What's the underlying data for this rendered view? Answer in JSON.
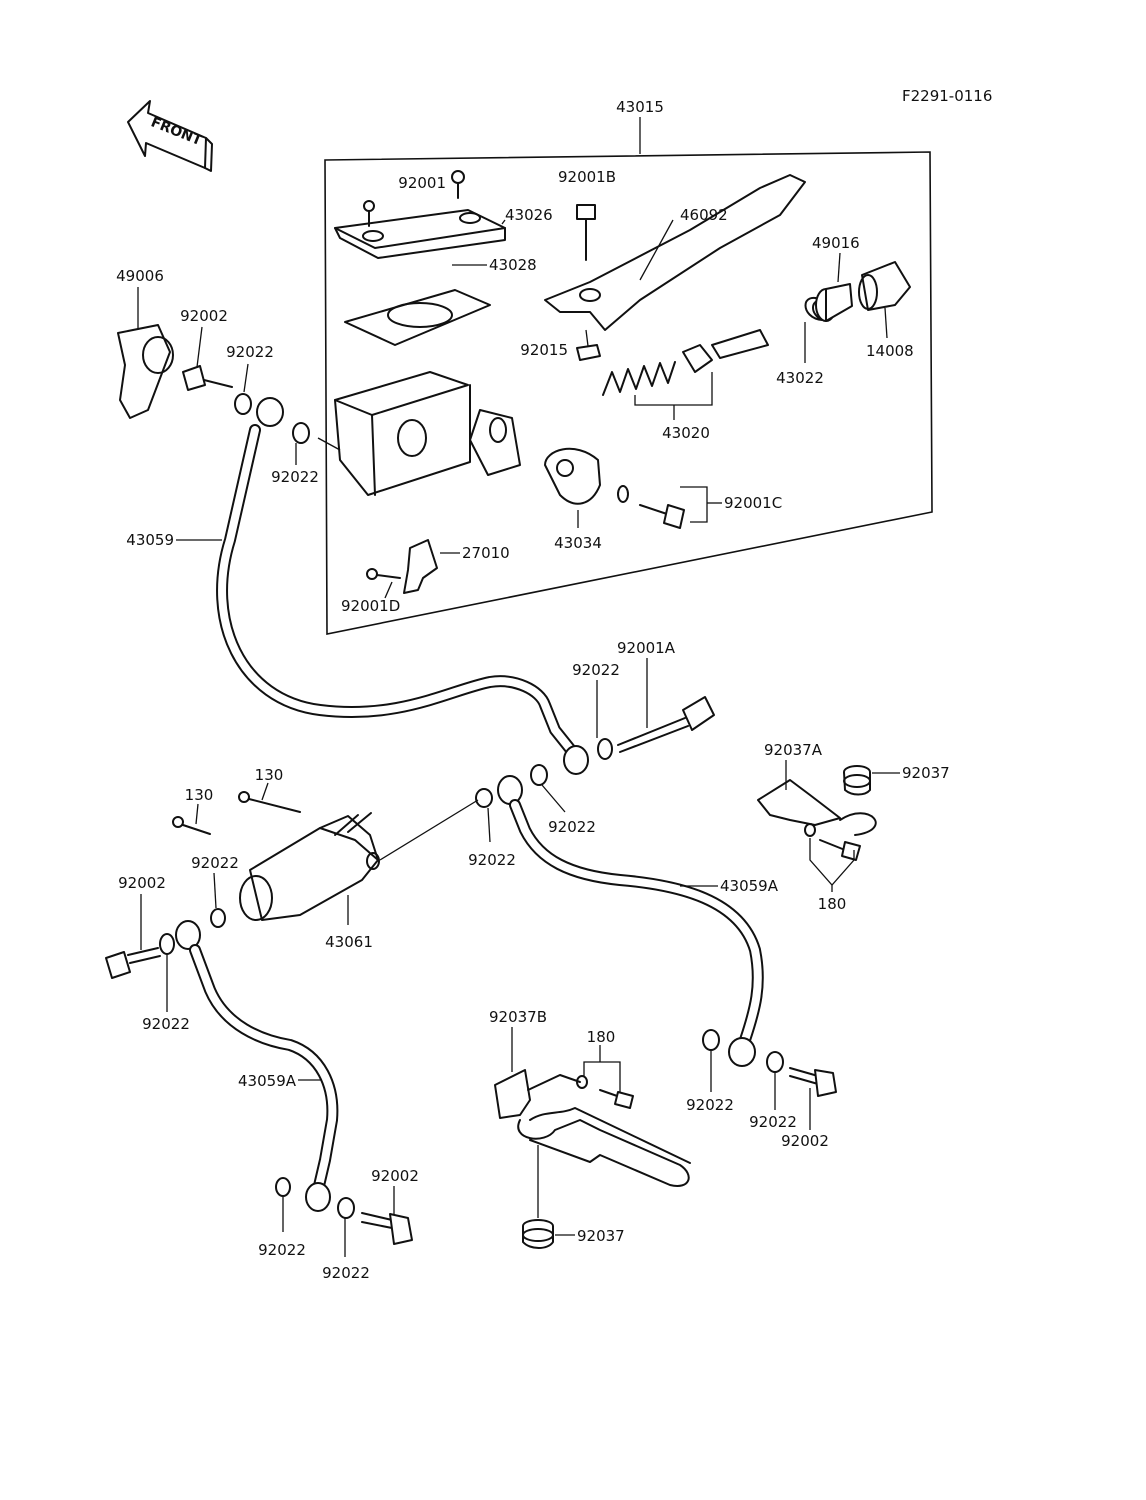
{
  "ref_code": "F2291-0116",
  "front_label": "FRONT",
  "labels": {
    "assy": "43015",
    "screw_top": "92001",
    "bolt_b": "92001B",
    "lever": "46092",
    "cap": "43026",
    "diaphragm": "43028",
    "boot": "49016",
    "dust_cover": "14008",
    "nut": "92015",
    "circlip": "43022",
    "piston_kit": "43020",
    "bolt_c": "92001C",
    "holder": "43034",
    "switch": "27010",
    "screw_d": "92001D",
    "hose_upper": "43059",
    "cover": "49006",
    "bolt_tl": "92002",
    "washer_tl1": "92022",
    "washer_tl2": "92022",
    "washer_a": "92022",
    "bolt_a": "92001A",
    "clamp_a": "92037A",
    "grommet_r": "92037",
    "washer_j1": "92022",
    "washer_j2": "92022",
    "hose_right": "43059A",
    "screw_180r": "180",
    "bolt_130a": "130",
    "bolt_130b": "130",
    "washer_sc": "92022",
    "slave_cyl": "43061",
    "bolt_l": "92002",
    "washer_l": "92022",
    "hose_left": "43059A",
    "clamp_b": "92037B",
    "screw_180m": "180",
    "grommet_m": "92037",
    "washer_rb1": "92022",
    "washer_rb2": "92022",
    "bolt_rb": "92002",
    "bolt_bl": "92002",
    "washer_bl1": "92022",
    "washer_bl2": "92022"
  }
}
